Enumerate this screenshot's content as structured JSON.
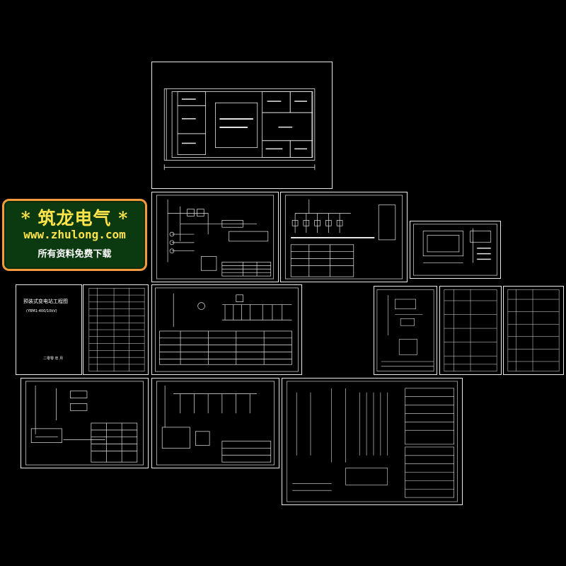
{
  "watermark": {
    "line1": "*  筑龙电气  *",
    "line2": "www.zhulong.com",
    "line3": "所有资料免费下载"
  },
  "cover": {
    "title": "预装式变电站工程图",
    "subtitle": "(YBM1-400/10kV)",
    "footer": "二零零  年  月"
  },
  "colors": {
    "background": "#000000",
    "lines": "#e8e8e8",
    "badge_border": "#f39a3a",
    "badge_bg": "#0c3a10",
    "badge_text": "#ffe34a"
  }
}
